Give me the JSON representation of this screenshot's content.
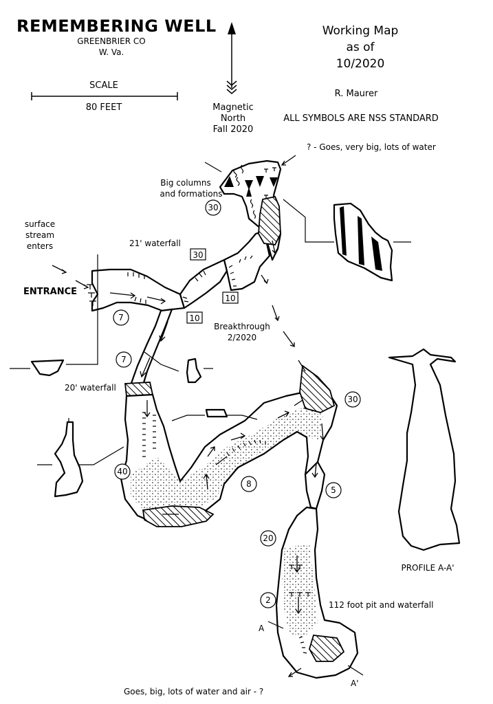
{
  "title": "REMEMBERING WELL",
  "county": "GREENBRIER CO",
  "state": "W. Va.",
  "map_status": [
    "Working Map",
    "as of",
    "10/2020"
  ],
  "author": "R. Maurer",
  "symbols_note": "ALL SYMBOLS ARE NSS STANDARD",
  "scale": {
    "label": "SCALE",
    "length": "80 FEET"
  },
  "north": {
    "lines": [
      "Magnetic",
      "North",
      "Fall 2020"
    ]
  },
  "labels": {
    "entrance": "ENTRANCE",
    "surface_stream": [
      "surface",
      "stream",
      "enters"
    ],
    "waterfall_21": "21' waterfall",
    "waterfall_20": "20' waterfall",
    "big_columns": [
      "Big columns",
      "and formations"
    ],
    "goes_top": "? - Goes, very big, lots of water",
    "breakthrough": [
      "Breakthrough",
      "2/2020"
    ],
    "pit": "112 foot pit and waterfall",
    "goes_bottom": "Goes, big, lots of water and air - ?",
    "profile": "PROFILE A-A'",
    "section_a": "A",
    "section_a_prime": "A'"
  },
  "circled_depths": [
    "30",
    "7",
    "7",
    "40",
    "8",
    "30",
    "5",
    "20",
    "2"
  ],
  "boxed_depths": [
    "30",
    "10",
    "10"
  ]
}
